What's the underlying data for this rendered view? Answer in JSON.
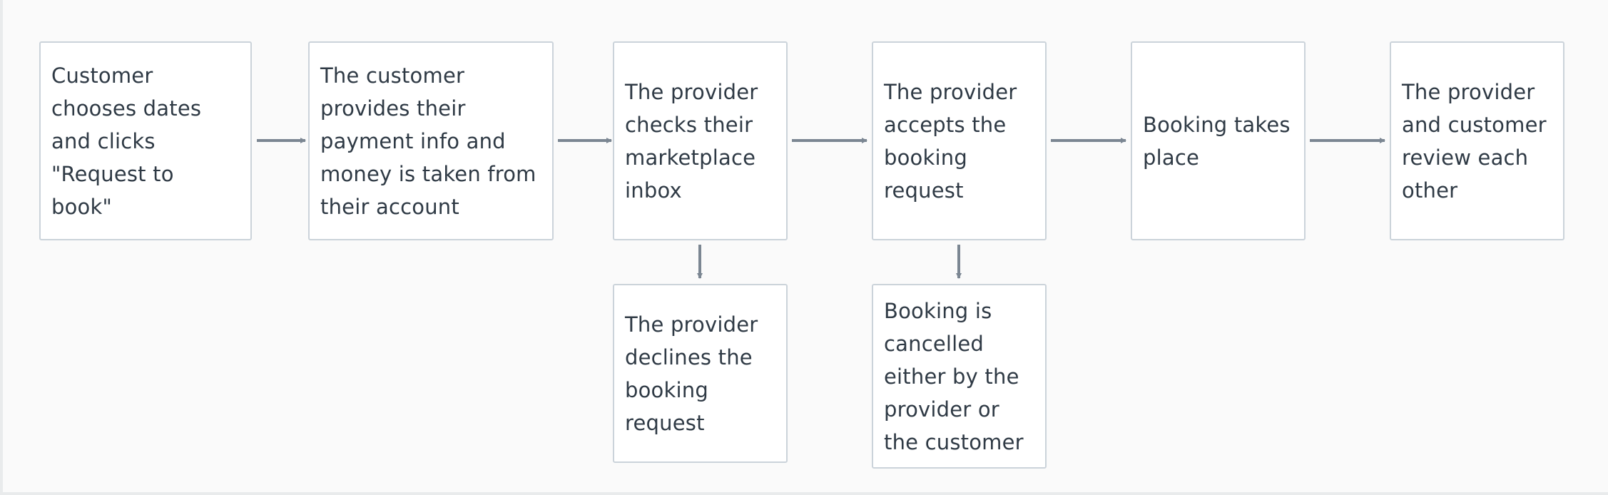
{
  "diagram": {
    "colors": {
      "arrow": "#7b8692",
      "box_border": "#cbd3da",
      "text": "#2f3a45"
    },
    "steps": [
      {
        "id": "step-1",
        "text": "Customer chooses dates and clicks \"Request to book\""
      },
      {
        "id": "step-2",
        "text": "The customer provides their payment info and money is taken from their account"
      },
      {
        "id": "step-3",
        "text": "The provider checks their marketplace inbox"
      },
      {
        "id": "step-4",
        "text": "The provider accepts the booking request"
      },
      {
        "id": "step-5",
        "text": "Booking takes place"
      },
      {
        "id": "step-6",
        "text": "The provider and customer review each other"
      }
    ],
    "branches": [
      {
        "id": "branch-decline",
        "from": "step-3",
        "text": "The provider declines the booking request"
      },
      {
        "id": "branch-cancel",
        "from": "step-4",
        "text": "Booking is cancelled either by the provider or the customer"
      }
    ]
  }
}
